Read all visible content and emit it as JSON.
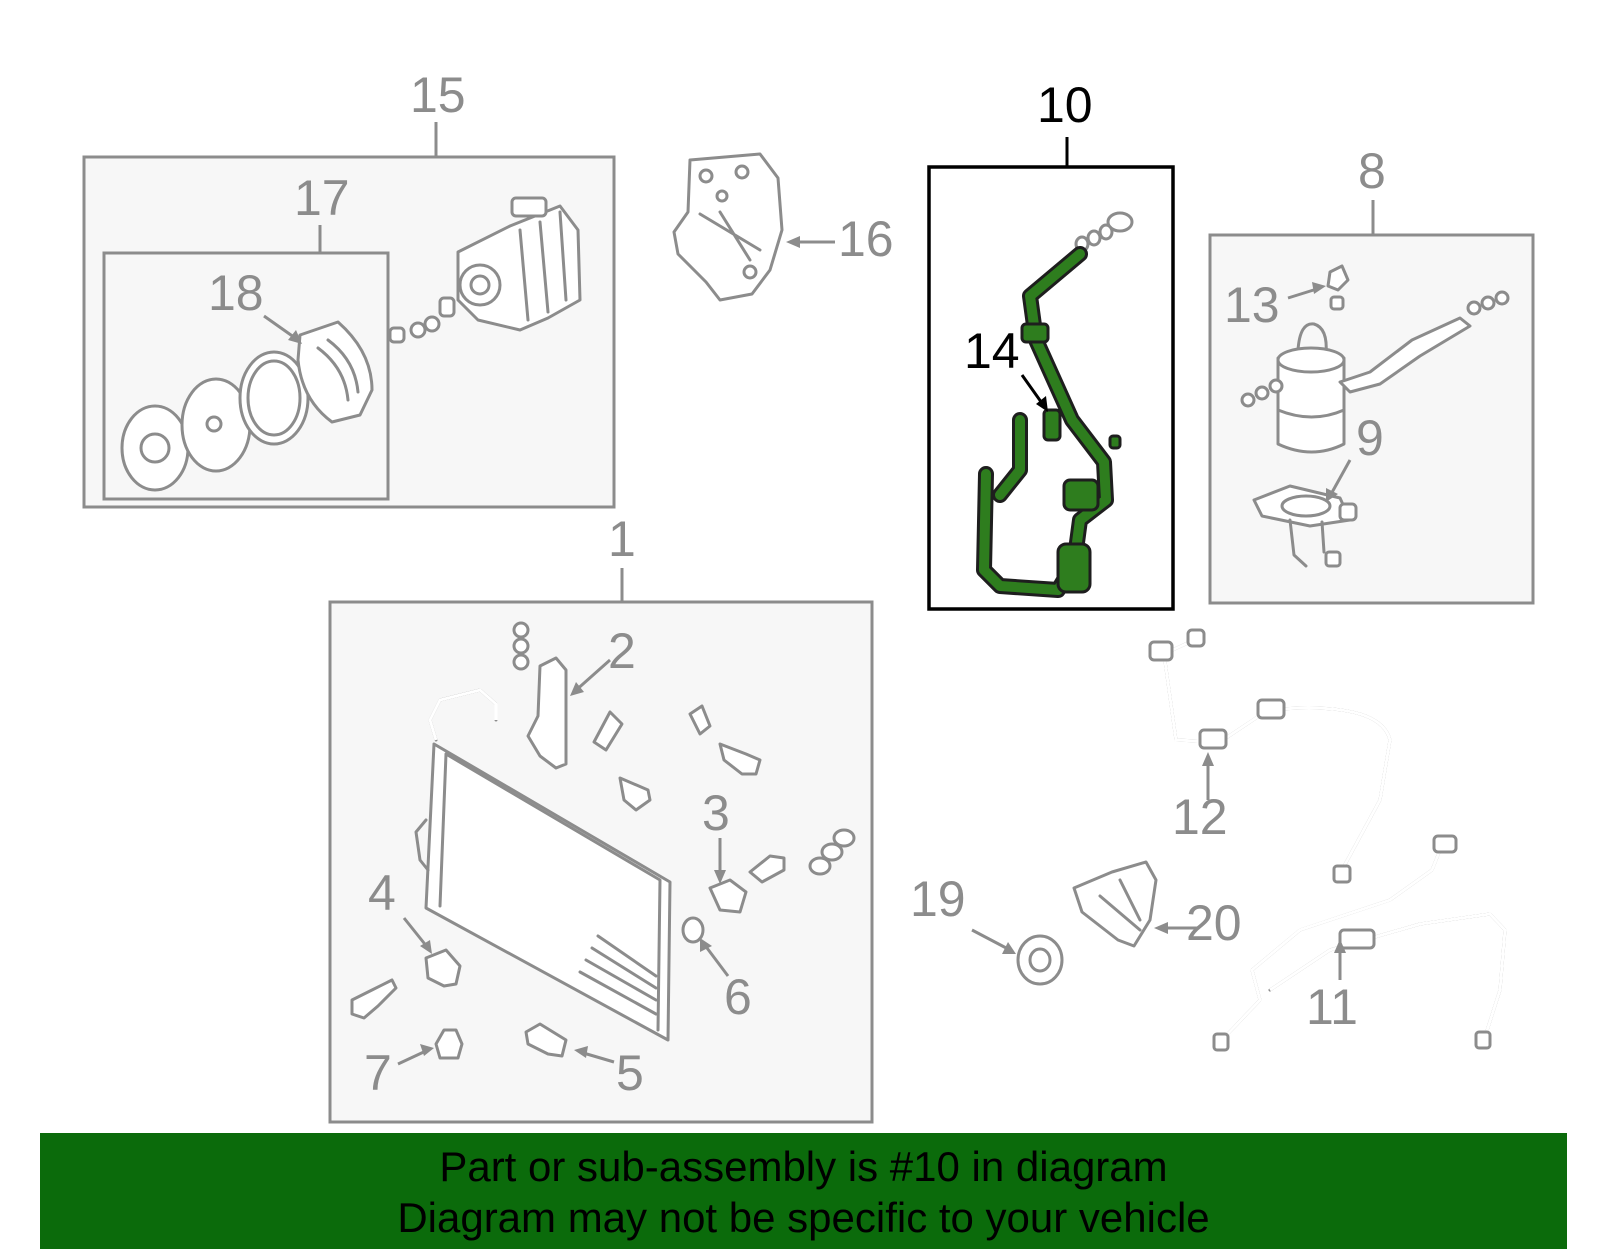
{
  "diagram": {
    "callouts": {
      "c1": "1",
      "c2": "2",
      "c3": "3",
      "c4": "4",
      "c5": "5",
      "c6": "6",
      "c7": "7",
      "c8": "8",
      "c9": "9",
      "c10": "10",
      "c11": "11",
      "c12": "12",
      "c13": "13",
      "c14": "14",
      "c15": "15",
      "c16": "16",
      "c17": "17",
      "c18": "18",
      "c19": "19",
      "c20": "20"
    },
    "highlighted_callout": "10",
    "colors": {
      "highlight_part": "#2e7d1e",
      "banner_background": "#0b6b0b",
      "line_gray": "#8c8c8c"
    }
  },
  "banner": {
    "line1": "Part or sub-assembly is #10 in diagram",
    "line2": "Diagram may not be specific to your vehicle"
  }
}
